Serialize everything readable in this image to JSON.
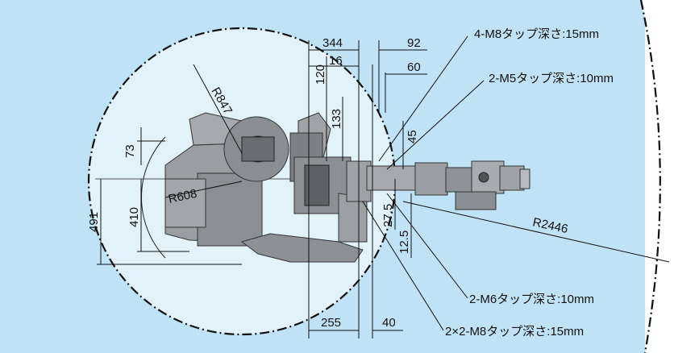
{
  "dimensions": {
    "d344": "344",
    "d92": "92",
    "d16": "16",
    "d60": "60",
    "d120": "120",
    "d133": "133",
    "d45": "45",
    "d73": "73",
    "d410": "410",
    "d491": "491",
    "d27_5": "27.5",
    "d12_5": "12.5",
    "d255": "255",
    "d40": "40"
  },
  "radii": {
    "r847": "R847",
    "r608": "R608",
    "r2446": "R2446"
  },
  "callouts": {
    "c1": "4-M8タップ深さ:15mm",
    "c2": "2-M5タップ深さ:10mm",
    "c3": "2-M6タップ深さ:10mm",
    "c4": "2×2-M8タップ深さ:15mm"
  },
  "colors": {
    "outer_area": "#bfe3f5",
    "inner_area": "#d6eef9",
    "robot_fill": "#8f9397",
    "robot_dark": "#5d6166",
    "robot_light": "#b4b8bc",
    "line": "#1a1a1a"
  }
}
